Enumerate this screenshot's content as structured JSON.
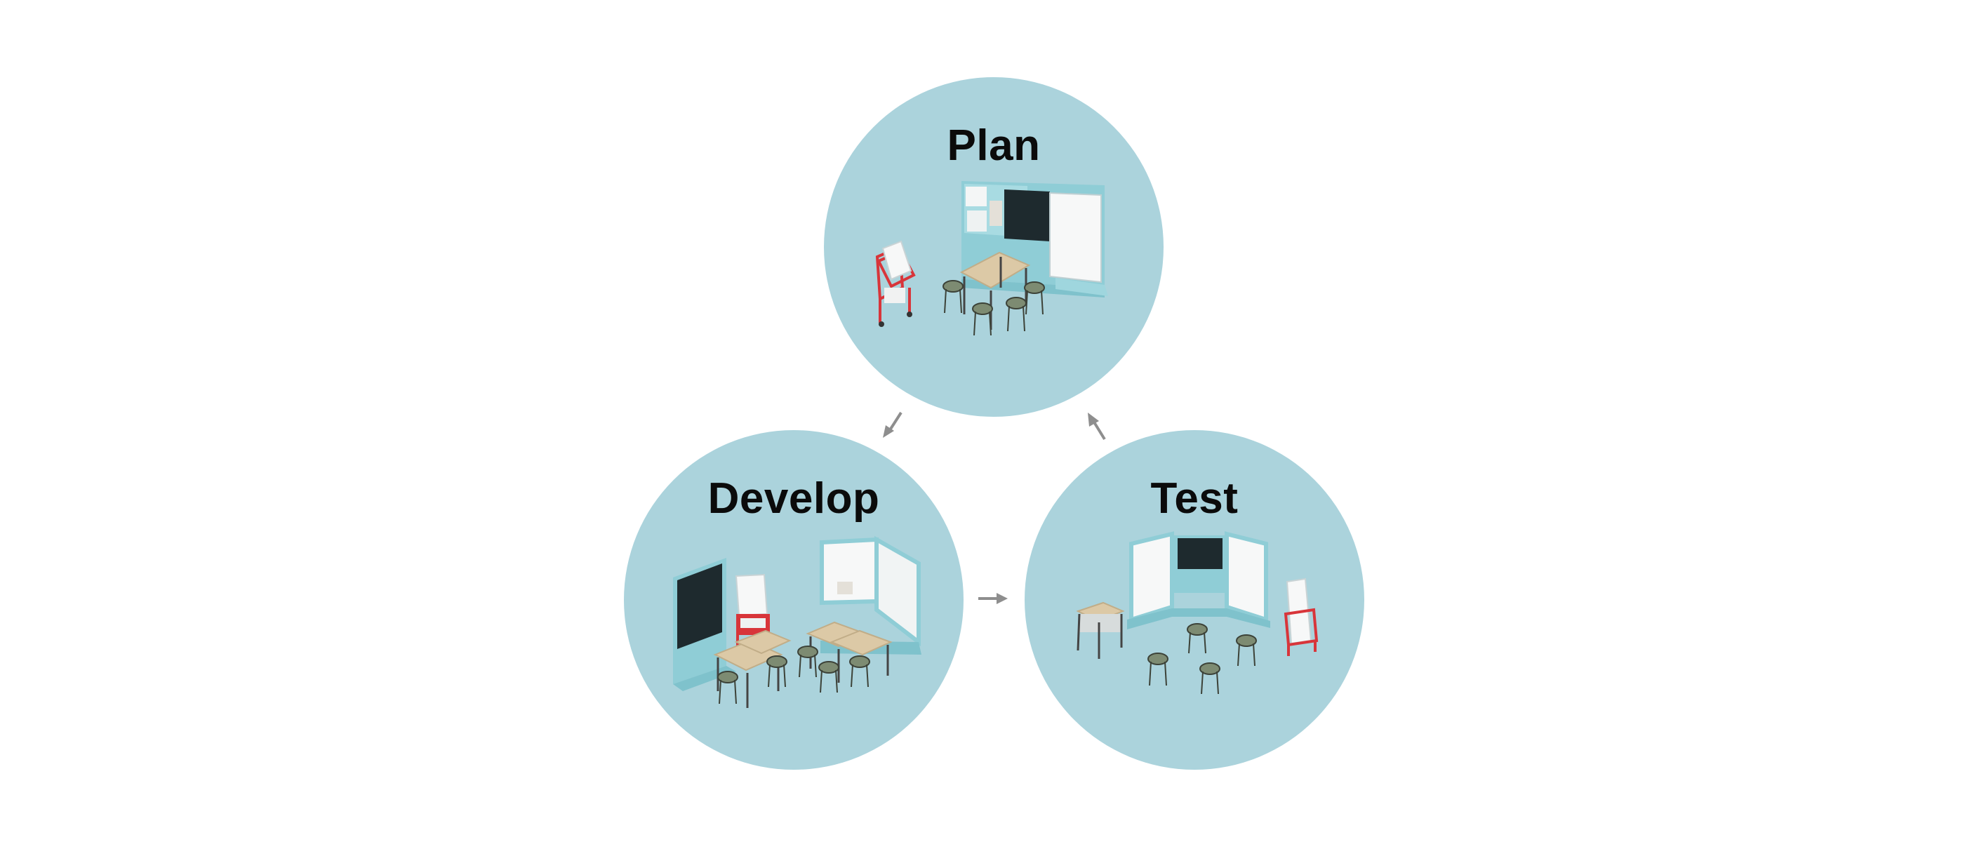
{
  "diagram": {
    "stages": [
      {
        "id": "plan",
        "label": "Plan"
      },
      {
        "id": "develop",
        "label": "Develop"
      },
      {
        "id": "test",
        "label": "Test"
      }
    ],
    "colors": {
      "circle": "#abd3dc",
      "arrow": "#8e8e8e",
      "label": "#0b0b0b",
      "stool": "#7d8b72",
      "table": "#dcc9a6",
      "frame": "#8fcdd6",
      "screen": "#1e2a2e",
      "cart": "#d8353a"
    },
    "cycle": [
      "plan",
      "develop",
      "test",
      "plan"
    ]
  }
}
